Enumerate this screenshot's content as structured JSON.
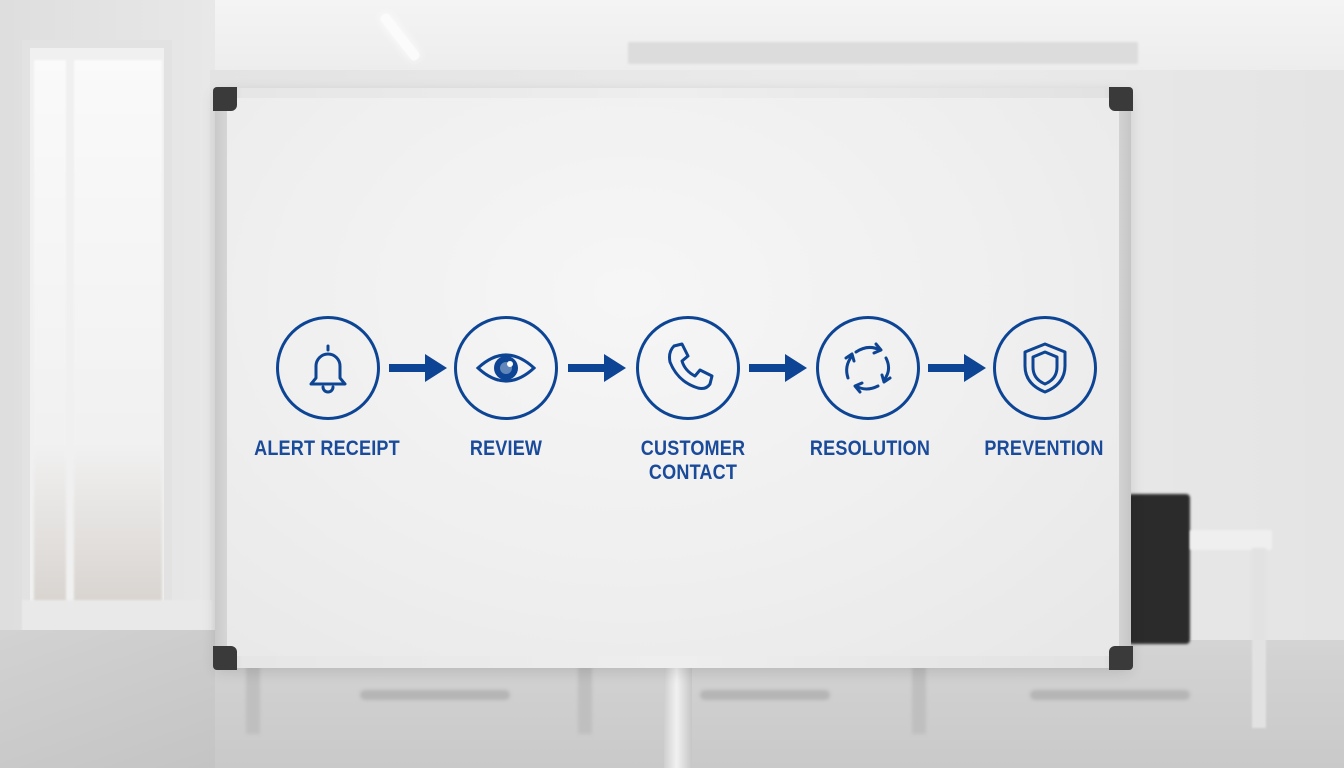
{
  "process_flow": {
    "steps": [
      {
        "label": "ALERT RECEIPT",
        "icon": "bell-icon"
      },
      {
        "label": "REVIEW",
        "icon": "eye-icon"
      },
      {
        "label": "CUSTOMER CONTACT",
        "icon": "phone-icon"
      },
      {
        "label": "RESOLUTION",
        "icon": "refresh-cycle-icon"
      },
      {
        "label": "PREVENTION",
        "icon": "shield-icon"
      }
    ],
    "connector_icon": "arrow-right-icon"
  },
  "colors": {
    "accent": "#0d4594",
    "label": "#1a4b9a",
    "board": "#efefef",
    "frame": "#3a3a3a"
  }
}
